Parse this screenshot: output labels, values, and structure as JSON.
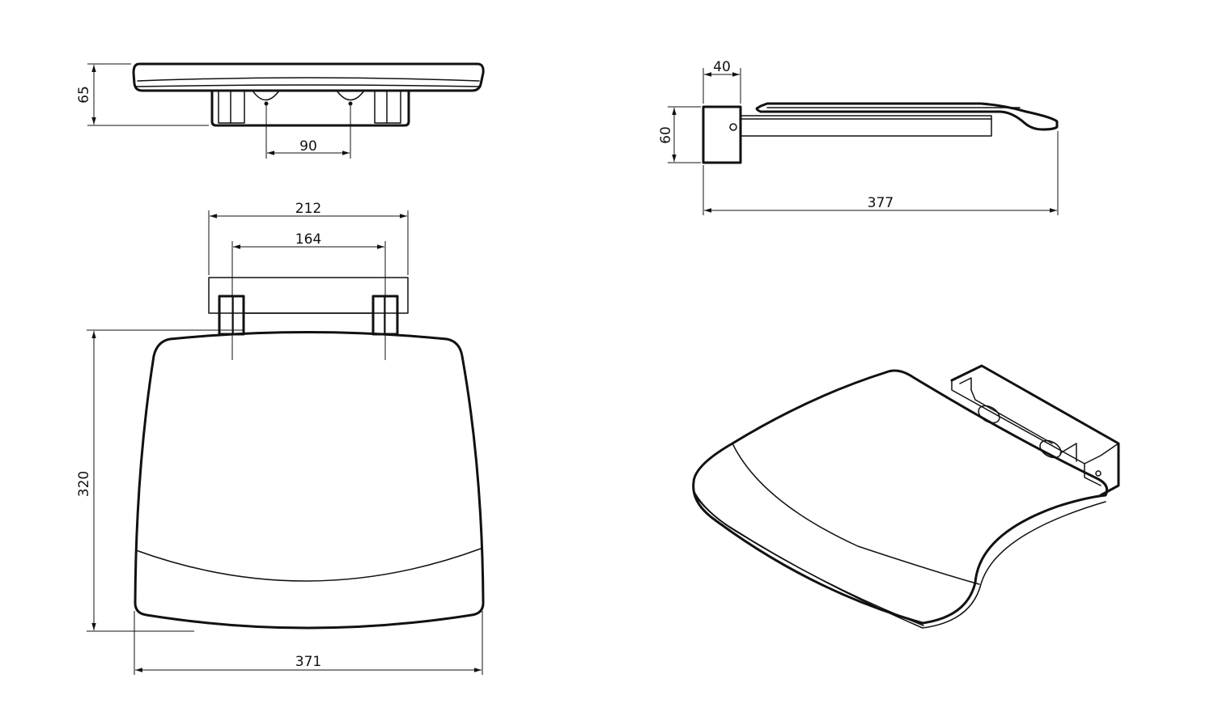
{
  "dimensions": {
    "top_view_height": "65",
    "hole_spacing": "90",
    "bracket_outer_width": "212",
    "bracket_inner_width": "164",
    "seat_depth": "320",
    "seat_width": "371",
    "side_mount_width": "40",
    "side_mount_height": "60",
    "side_total_length": "377"
  }
}
